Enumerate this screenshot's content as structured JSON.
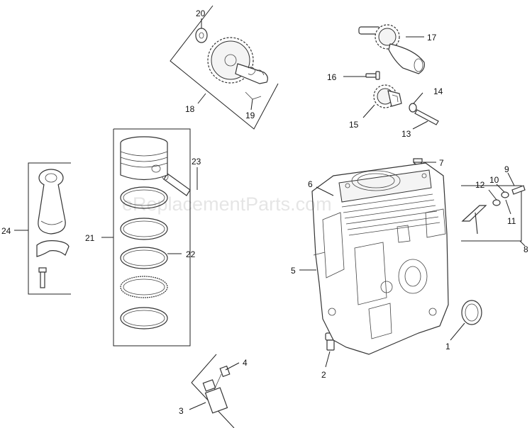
{
  "watermark": "eReplacementParts.com",
  "callouts": {
    "c1": "1",
    "c2": "2",
    "c3": "3",
    "c4": "4",
    "c5": "5",
    "c6": "6",
    "c7": "7",
    "c8": "8",
    "c9": "9",
    "c10": "10",
    "c11": "11",
    "c12": "12",
    "c13": "13",
    "c14": "14",
    "c15": "15",
    "c16": "16",
    "c17": "17",
    "c18": "18",
    "c19": "19",
    "c20": "20",
    "c21": "21",
    "c22": "22",
    "c23": "23",
    "c24": "24"
  }
}
